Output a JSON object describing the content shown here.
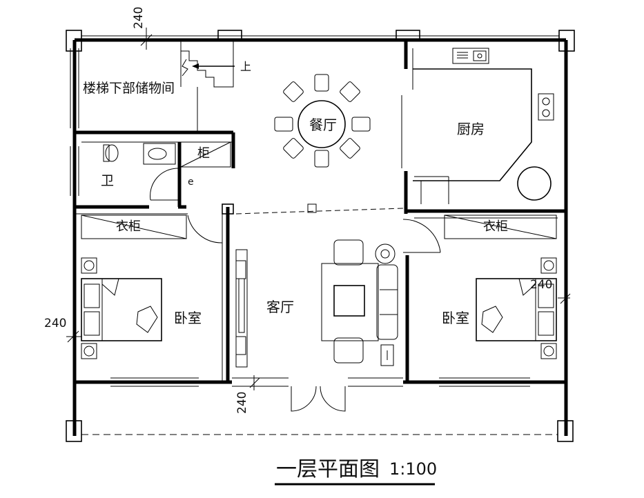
{
  "plan": {
    "rooms": {
      "storage": "楼梯下部储物间",
      "stair_up": "上",
      "dining": "餐厅",
      "kitchen": "厨房",
      "bath": "卫",
      "cabinet": "柜",
      "bath_mark": "e",
      "wardrobe_left": "衣柜",
      "wardrobe_right": "衣柜",
      "bedroom_left": "卧室",
      "living": "客厅",
      "bedroom_right": "卧室"
    },
    "dimensions": {
      "top": "240",
      "left": "240",
      "right": "240",
      "bottom": "240"
    },
    "title": "一层平面图",
    "scale": "1:100"
  }
}
